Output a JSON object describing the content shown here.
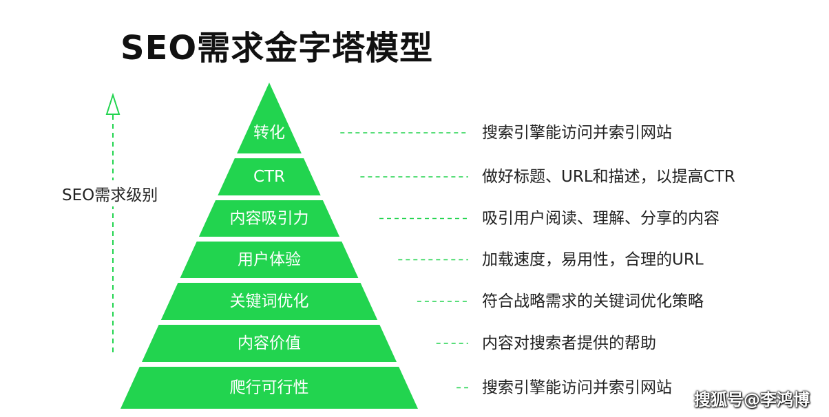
{
  "title": "SEO需求金字塔模型",
  "axis_label": "SEO需求级别",
  "accent_color": "#22d44f",
  "levels": [
    {
      "label": "转化",
      "description": "搜索引擎能访问并索引网站"
    },
    {
      "label": "CTR",
      "description": "做好标题、URL和描述，以提高CTR"
    },
    {
      "label": "内容吸引力",
      "description": "吸引用户阅读、理解、分享的内容"
    },
    {
      "label": "用户体验",
      "description": "加载速度，易用性，合理的URL"
    },
    {
      "label": "关键词优化",
      "description": "符合战略需求的关键词优化策略"
    },
    {
      "label": "内容价值",
      "description": "内容对搜索者提供的帮助"
    },
    {
      "label": "爬行可行性",
      "description": "搜索引擎能访问并索引网站"
    }
  ],
  "watermark": "搜狐号@李鸿博"
}
